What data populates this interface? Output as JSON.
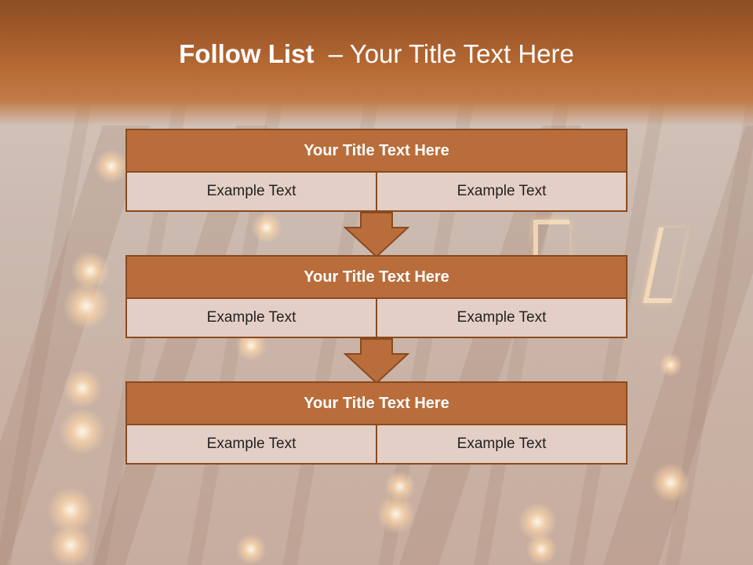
{
  "title": {
    "bold": "Follow List",
    "rest": "  – Your Title Text Here"
  },
  "steps": [
    {
      "title": "Your Title Text Here",
      "left": "Example Text",
      "right": "Example Text"
    },
    {
      "title": "Your Title Text Here",
      "left": "Example Text",
      "right": "Example Text"
    },
    {
      "title": "Your Title Text Here",
      "left": "Example Text",
      "right": "Example Text"
    }
  ],
  "colors": {
    "header": "#a0592a",
    "box_title": "#b86d3b",
    "box_border": "#8a4a1f",
    "cell": "#e4cfc6"
  }
}
